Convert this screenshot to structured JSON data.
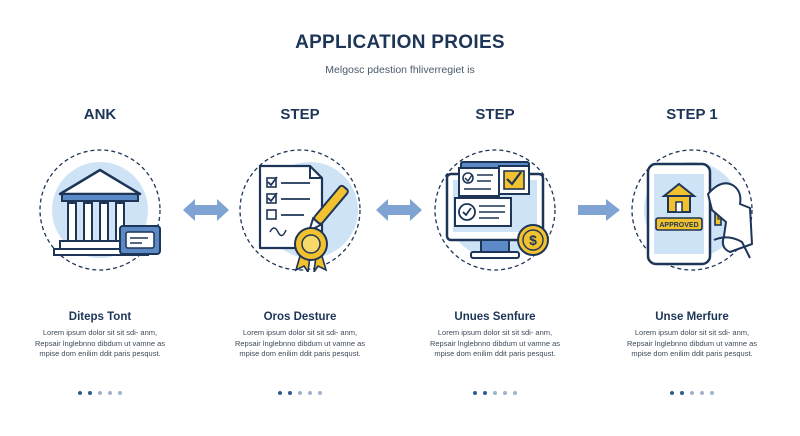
{
  "header": {
    "title": "APPLICATION PROIES",
    "subtitle": "Melgosc pdestion fhliverregiet  is"
  },
  "steps": [
    {
      "label": "ANK",
      "icon": "bank-icon",
      "heading": "Diteps Tont",
      "body": "Lorem ipsum dolor sit sit sdi- anm, Repsair lnglebnno dibdum ut vamne as mpise dom enilim ddit paris pesqust."
    },
    {
      "label": "STEP",
      "icon": "document-checklist-icon",
      "heading": "Oros Desture",
      "body": "Lorem ipsum dolor sit sit sdi- anm, Repsair lnglebnno dibdum ut vamne as mpise dom enilim ddit paris pesqust."
    },
    {
      "label": "STEP",
      "icon": "monitor-review-icon",
      "heading": "Unues Senfure",
      "body": "Lorem ipsum dolor sit sit sdi- anm, Repsair lnglebnno dibdum ut vamne as mpise dom enilim ddit paris pesqust."
    },
    {
      "label": "STEP 1",
      "icon": "phone-approved-icon",
      "heading": "Unse Merfure",
      "body": "Lorem ipsum dolor sit sit sdi- anm, Repsair lnglebnno dibdum ut vamne as mpise dom enilim ddit paris pesqust.",
      "badge": "APPROVED"
    }
  ],
  "arrows": [
    "double-arrow-icon",
    "double-arrow-icon",
    "right-arrow-icon"
  ],
  "colors": {
    "navy": "#1d3557",
    "blue": "#5b8ac6",
    "light_blue": "#cfe3f7",
    "gold": "#f2c12e",
    "arrow": "#7fa4d3"
  }
}
